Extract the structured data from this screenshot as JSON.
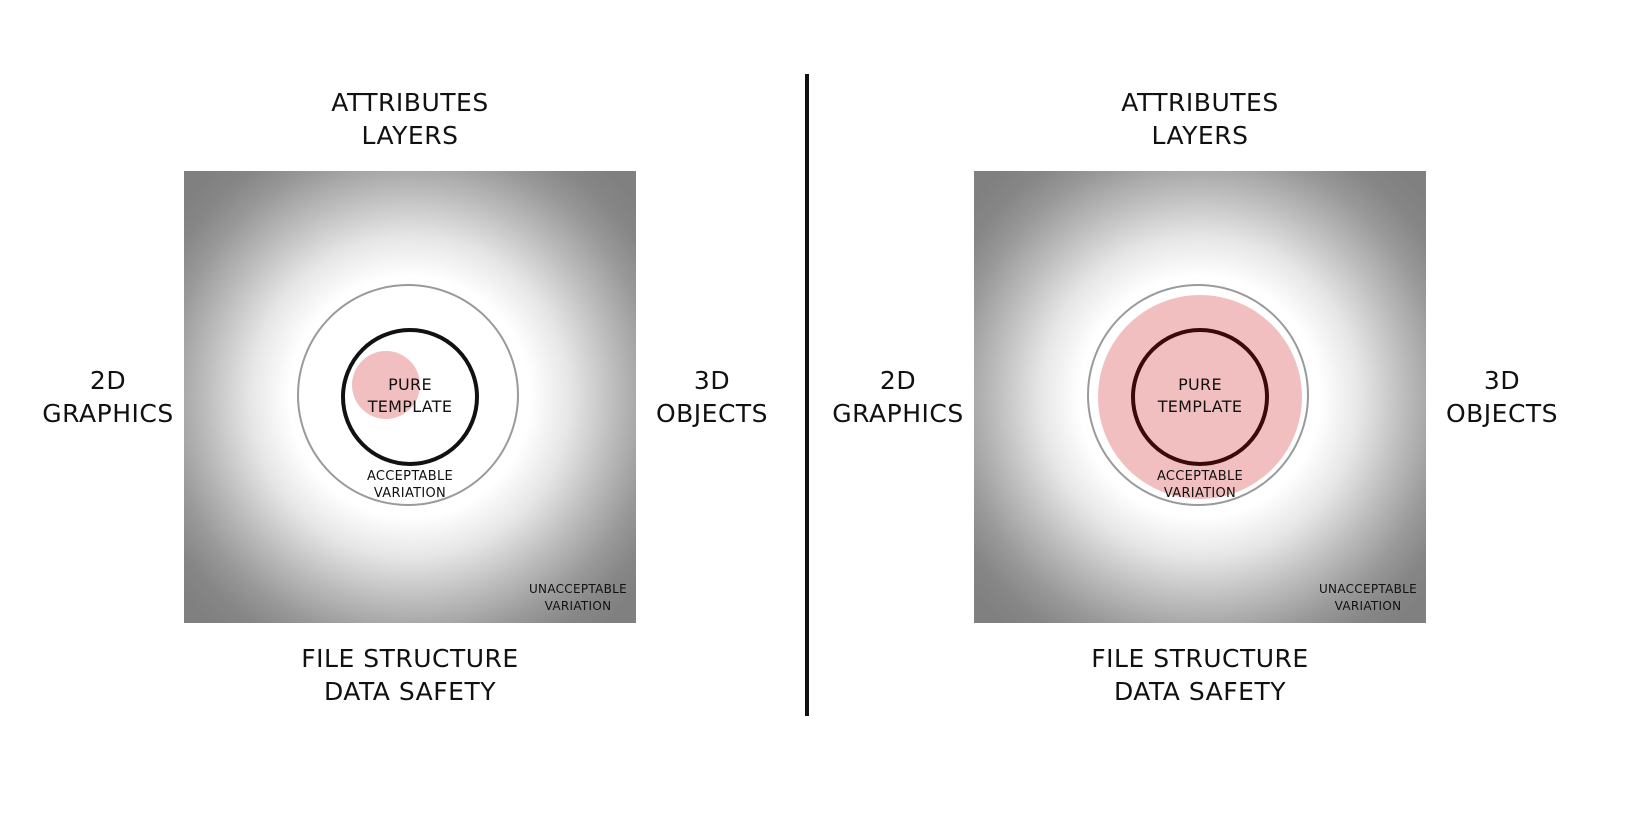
{
  "diagrams": [
    {
      "top_label": [
        "ATTRIBUTES",
        "LAYERS"
      ],
      "bottom_label": [
        "FILE STRUCTURE",
        "DATA SAFETY"
      ],
      "left_label": [
        "2D",
        "GRAPHICS"
      ],
      "right_label": [
        "3D",
        "OBJECTS"
      ],
      "core_label": [
        "PURE",
        "TEMPLATE"
      ],
      "acceptable_label": [
        "ACCEPTABLE",
        "VARIATION"
      ],
      "unacceptable_label": [
        "UNACCEPTABLE",
        "VARIATION"
      ]
    },
    {
      "top_label": [
        "ATTRIBUTES",
        "LAYERS"
      ],
      "bottom_label": [
        "FILE STRUCTURE",
        "DATA SAFETY"
      ],
      "left_label": [
        "2D",
        "GRAPHICS"
      ],
      "right_label": [
        "3D",
        "OBJECTS"
      ],
      "core_label": [
        "PURE",
        "TEMPLATE"
      ],
      "acceptable_label": [
        "ACCEPTABLE",
        "VARIATION"
      ],
      "unacceptable_label": [
        "UNACCEPTABLE",
        "VARIATION"
      ]
    }
  ],
  "colors": {
    "highlight": "#f2bfc0",
    "outer_field": "#808080",
    "ring_stroke": "#111111",
    "outer_ring_stroke": "#9a9a9a"
  }
}
